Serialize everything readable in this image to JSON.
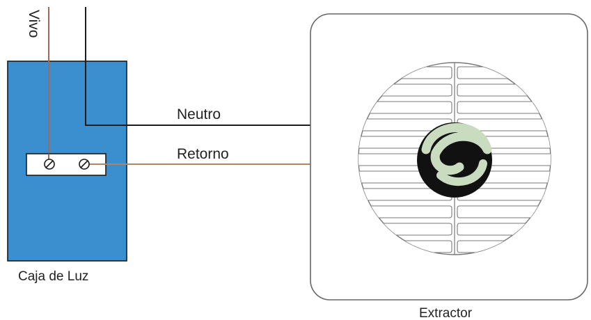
{
  "labels": {
    "vivo": "Vivo",
    "neutro": "Neutro",
    "retorno": "Retorno",
    "caja": "Caja de Luz",
    "extractor": "Extractor"
  },
  "colors": {
    "box_fill": "#3b8fcf",
    "box_stroke": "#1a1a1a",
    "wire_live": "#a06a5a",
    "wire_neutral": "#1c1c1c",
    "wire_return": "#a8876a",
    "fan_stroke": "#777777",
    "hub_dark": "#111111",
    "hub_logo": "#c9dcc0"
  },
  "icons": {
    "switch_terminal": "screw-terminal-icon",
    "fan_hub": "fan-logo-icon"
  }
}
